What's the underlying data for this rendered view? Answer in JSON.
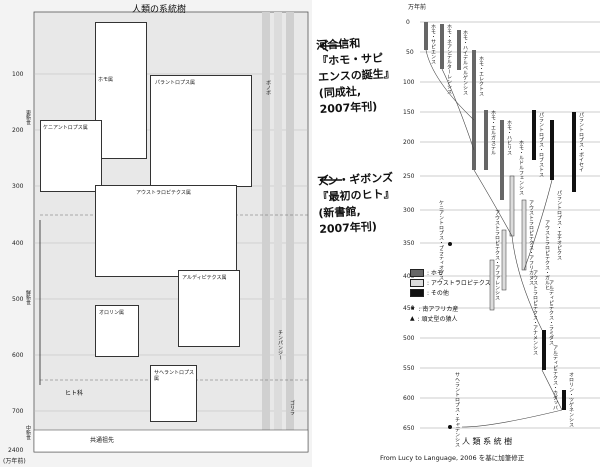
{
  "left_chart": {
    "title": "人類の系統樹",
    "axis_ticks": [
      "100",
      "200",
      "300",
      "400",
      "500",
      "600",
      "700"
    ],
    "unit_label": "(万年前)",
    "bottom_axis": "2400",
    "left_vertical_labels": [
      "更新世",
      "鮮新世",
      "中新世"
    ],
    "groups": [
      {
        "label": "ホモ属"
      },
      {
        "label": "ケニアントロプス属"
      },
      {
        "label": "パラントロプス属"
      },
      {
        "label": "アウストラロピテクス属"
      },
      {
        "label": "アルディピテクス属"
      },
      {
        "label": "オロリン属"
      },
      {
        "label": "サヘラントロプス属"
      }
    ],
    "side_labels": [
      "ボノボ",
      "チンパンジー",
      "ゴリラ"
    ],
    "ancestor_label": "共通祖先",
    "hito_label": "ヒト科"
  },
  "annotations": {
    "note1": "河合信和\n『ホモ・サピ\nエンスの誕生』\n(同成社,\n2007年刊)",
    "note2": "アン・ギボンズ\n『最初のヒト』\n(新書館,\n2007年刊)"
  },
  "right_chart": {
    "unit_label": "万年前",
    "axis_ticks": [
      "0",
      "50",
      "100",
      "150",
      "200",
      "250",
      "300",
      "350",
      "400",
      "450",
      "500",
      "550",
      "600",
      "650"
    ],
    "legend": [
      {
        "label": ": ホモ"
      },
      {
        "label": ": アウストラロピテクス"
      },
      {
        "label": ": その他"
      }
    ],
    "marks": [
      {
        "symbol": "★",
        "label": ": 南アフリカ産"
      },
      {
        "symbol": "▲",
        "label": ": 頑丈型の猿人"
      }
    ],
    "title": "人 類 系 統 樹",
    "source": "From Lucy to Language, 2006 を基に加筆修正",
    "species": [
      {
        "label": "ホモ・サピエンス"
      },
      {
        "label": "ホモ・ネアンデルターレンシス"
      },
      {
        "label": "ホモ・ハイデルベルゲンシス"
      },
      {
        "label": "ホモ・エレクトス"
      },
      {
        "label": "ホモ・エルガステル"
      },
      {
        "label": "ホモ・ハビリス"
      },
      {
        "label": "ホモ・ルドルフェンシス"
      },
      {
        "label": "パラントロプス・ロブストス"
      },
      {
        "label": "パラントロプス・ボイセイ"
      },
      {
        "label": "パラントロプス・エチオピクス"
      },
      {
        "label": "アウストラロピテクス・アフリカヌス"
      },
      {
        "label": "アウストラロピテクス・ガルヒ"
      },
      {
        "label": "アウストラロピテクス・アファレンシス"
      },
      {
        "label": "アウストラロピテクス・アナメンシス"
      },
      {
        "label": "ケニアントロプス・プラティオプス"
      },
      {
        "label": "アルディピテクス・ラミダス"
      },
      {
        "label": "アルディピテクス・カダッバ"
      },
      {
        "label": "オロリン・ツゲネンシス"
      },
      {
        "label": "サヘラントロプス・チャデンシス"
      }
    ]
  }
}
